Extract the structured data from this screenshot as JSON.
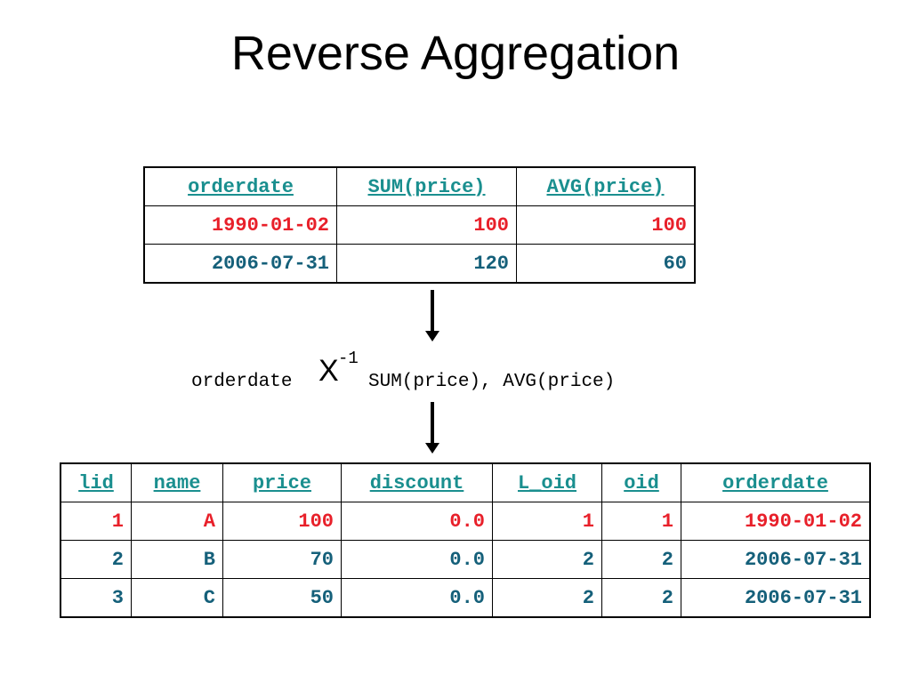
{
  "title": "Reverse Aggregation",
  "aggregate_table": {
    "headers": [
      "orderdate",
      "SUM(price)",
      "AVG(price)"
    ],
    "rows": [
      {
        "orderdate": "1990-01-02",
        "sum_price": "100",
        "avg_price": "100",
        "color": "#e8202a"
      },
      {
        "orderdate": "2006-07-31",
        "sum_price": "120",
        "avg_price": "60",
        "color": "#15607a"
      }
    ]
  },
  "operator": {
    "subscript_left": "orderdate",
    "symbol": "X",
    "superscript": "-1",
    "subscript_right": "SUM(price), AVG(price)"
  },
  "base_table": {
    "headers": [
      "lid",
      "name",
      "price",
      "discount",
      "L_oid",
      "oid",
      "orderdate"
    ],
    "rows": [
      {
        "lid": "1",
        "name": "A",
        "price": "100",
        "discount": "0.0",
        "l_oid": "1",
        "oid": "1",
        "orderdate": "1990-01-02",
        "color": "#e8202a"
      },
      {
        "lid": "2",
        "name": "B",
        "price": "70",
        "discount": "0.0",
        "l_oid": "2",
        "oid": "2",
        "orderdate": "2006-07-31",
        "color": "#15607a"
      },
      {
        "lid": "3",
        "name": "C",
        "price": "50",
        "discount": "0.0",
        "l_oid": "2",
        "oid": "2",
        "orderdate": "2006-07-31",
        "color": "#15607a"
      }
    ]
  },
  "colors": {
    "header_link": "#1a8f8f",
    "highlight_red": "#e8202a",
    "row_blue": "#15607a"
  }
}
